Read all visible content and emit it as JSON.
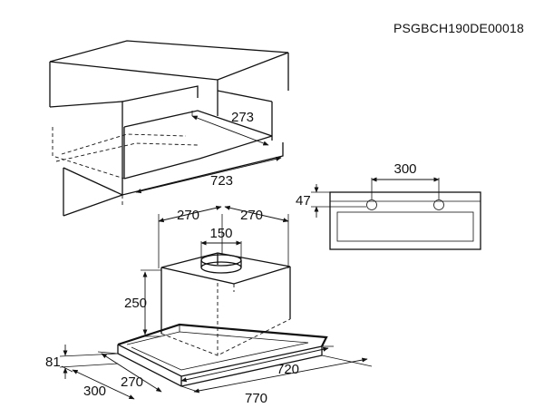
{
  "doc_code": "PSGBCH190DE00018",
  "dimensions": {
    "cabinet_depth": "273",
    "cabinet_width": "723",
    "hole_spacing": "300",
    "front_offset": "47",
    "chimney_left": "270",
    "chimney_right": "270",
    "outlet_diameter": "150",
    "chimney_height": "250",
    "panel_thickness": "81",
    "side_depth": "300",
    "base_depth": "270",
    "inner_width": "720",
    "total_width": "770"
  }
}
